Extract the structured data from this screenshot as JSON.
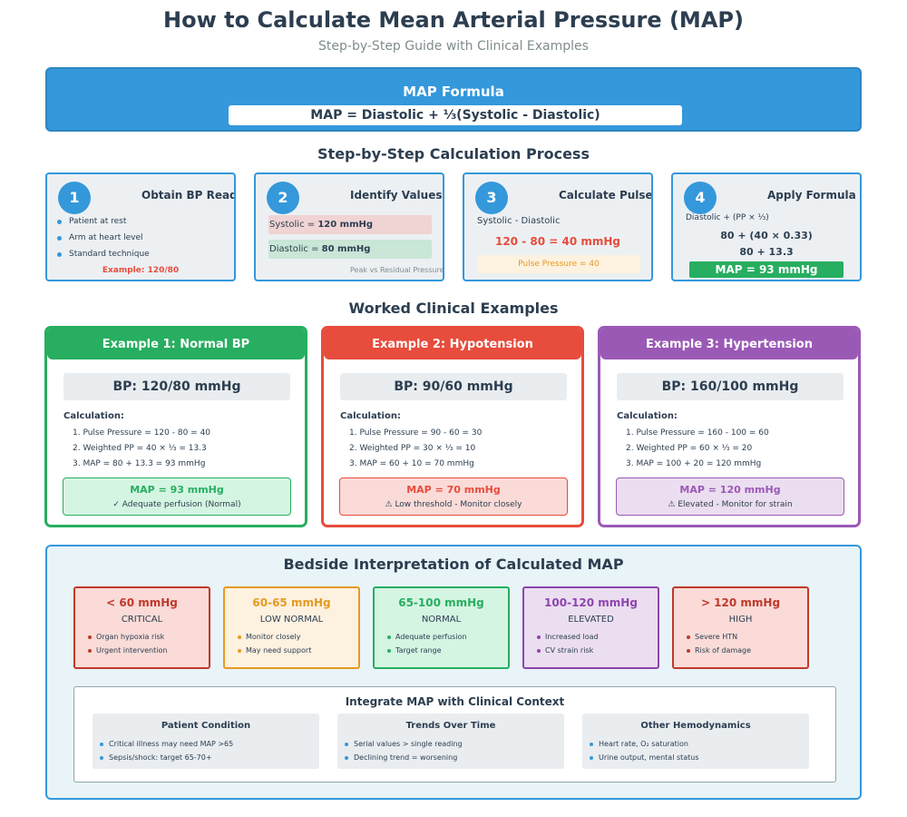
{
  "title": "How to Calculate Mean Arterial Pressure (MAP)",
  "subtitle": "Step-by-Step Guide with Clinical Examples",
  "formula": {
    "heading": "MAP Formula",
    "equation": "MAP = Diastolic + ⅓(Systolic - Diastolic)"
  },
  "steps_heading": "Step-by-Step Calculation Process",
  "steps": [
    {
      "number": "1",
      "title": "Obtain BP Reading",
      "bullets": [
        "Patient at rest",
        "Arm at heart level",
        "Standard technique"
      ],
      "example": "Example: 120/80"
    },
    {
      "number": "2",
      "title": "Identify Values",
      "systolic_label": "Systolic = ",
      "systolic_value": "120 mmHg",
      "diastolic_label": "Diastolic = ",
      "diastolic_value": "80 mmHg",
      "note": "Peak vs Residual Pressure"
    },
    {
      "number": "3",
      "title": "Calculate Pulse Pressure",
      "formula": "Systolic - Diastolic",
      "calc": "120 - 80 = 40 mmHg",
      "result": "Pulse Pressure = 40"
    },
    {
      "number": "4",
      "title": "Apply Formula",
      "formula": "Diastolic + (PP × ⅓)",
      "line1": "80 + (40 × 0.33)",
      "line2": "80 + 13.3",
      "result": "MAP = 93 mmHg"
    }
  ],
  "examples_heading": "Worked Clinical Examples",
  "examples": [
    {
      "header": "Example 1: Normal BP",
      "bp": "BP: 120/80 mmHg",
      "calc_label": "Calculation:",
      "lines": [
        "1. Pulse Pressure = 120 - 80 = 40",
        "2. Weighted PP = 40 × ⅓ = 13.3",
        "3. MAP = 80 + 13.3 = 93 mmHg"
      ],
      "map": "MAP = 93 mmHg",
      "note": "✓ Adequate perfusion (Normal)",
      "color": "#27ae60"
    },
    {
      "header": "Example 2: Hypotension",
      "bp": "BP: 90/60 mmHg",
      "calc_label": "Calculation:",
      "lines": [
        "1. Pulse Pressure = 90 - 60 = 30",
        "2. Weighted PP = 30 × ⅓ = 10",
        "3. MAP = 60 + 10 = 70 mmHg"
      ],
      "map": "MAP = 70 mmHg",
      "note": "⚠ Low threshold - Monitor closely",
      "color": "#e74c3c"
    },
    {
      "header": "Example 3: Hypertension",
      "bp": "BP: 160/100 mmHg",
      "calc_label": "Calculation:",
      "lines": [
        "1. Pulse Pressure = 160 - 100 = 60",
        "2. Weighted PP = 60 × ⅓ = 20",
        "3. MAP = 100 + 20 = 120 mmHg"
      ],
      "map": "MAP = 120 mmHg",
      "note": "⚠ Elevated - Monitor for strain",
      "color": "#9b59b6"
    }
  ],
  "interpretation": {
    "heading": "Bedside Interpretation of Calculated MAP",
    "ranges": [
      {
        "value": "< 60 mmHg",
        "label": "CRITICAL",
        "bullets": [
          "Organ hypoxia risk",
          "Urgent intervention"
        ],
        "color": "#c0392b"
      },
      {
        "value": "60-65 mmHg",
        "label": "LOW NORMAL",
        "bullets": [
          "Monitor closely",
          "May need support"
        ],
        "color": "#e69a1f"
      },
      {
        "value": "65-100 mmHg",
        "label": "NORMAL",
        "bullets": [
          "Adequate perfusion",
          "Target range"
        ],
        "color": "#27ae60"
      },
      {
        "value": "100-120 mmHg",
        "label": "ELEVATED",
        "bullets": [
          "Increased load",
          "CV strain risk"
        ],
        "color": "#8e44ad"
      },
      {
        "value": "> 120 mmHg",
        "label": "HIGH",
        "bullets": [
          "Severe HTN",
          "Risk of damage"
        ],
        "color": "#c0392b"
      }
    ],
    "context": {
      "title": "Integrate MAP with Clinical Context",
      "columns": [
        {
          "title": "Patient Condition",
          "bullets": [
            "Critical illness may need MAP >65",
            "Sepsis/shock: target 65-70+"
          ]
        },
        {
          "title": "Trends Over Time",
          "bullets": [
            "Serial values > single reading",
            "Declining trend = worsening"
          ]
        },
        {
          "title": "Other Hemodynamics",
          "bullets": [
            "Heart rate, O₂ saturation",
            "Urine output, mental status"
          ]
        }
      ]
    }
  }
}
